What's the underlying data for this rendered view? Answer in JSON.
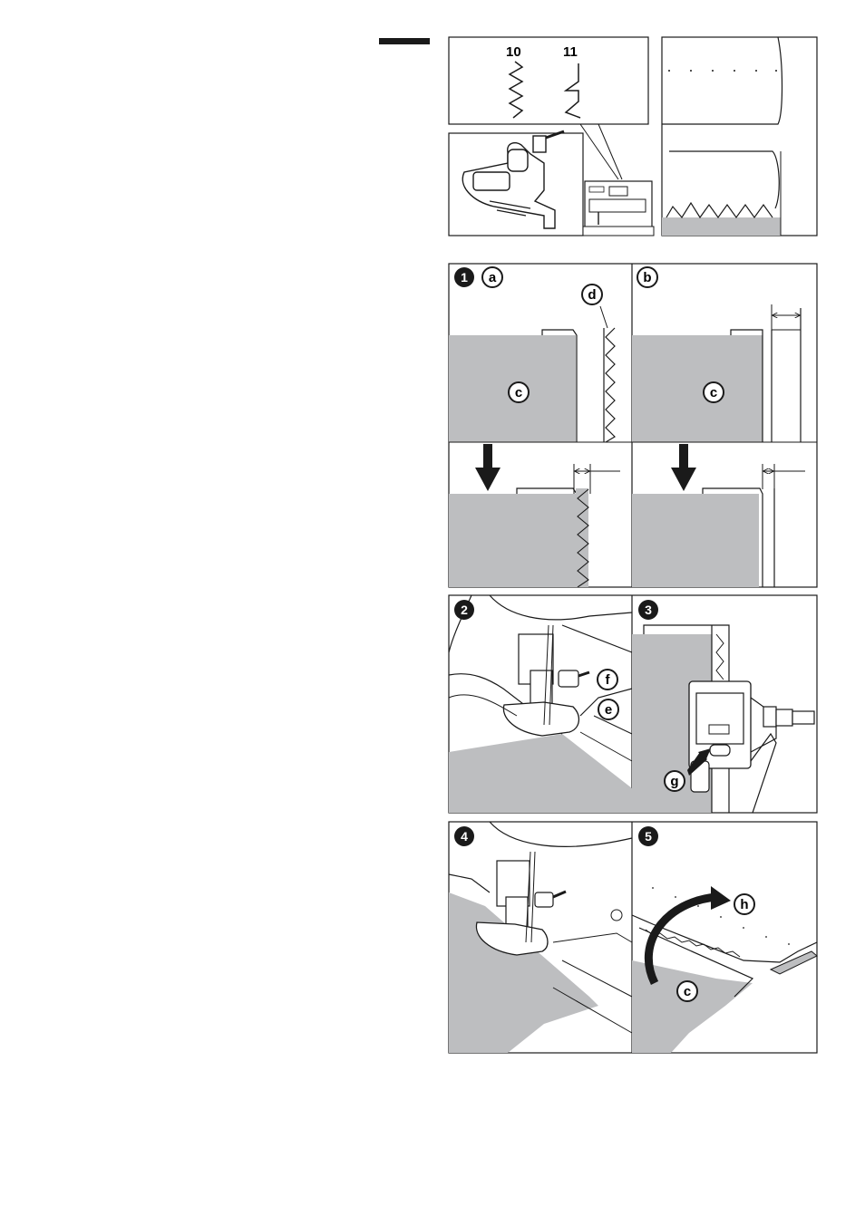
{
  "stitch_labels": {
    "s10": "10",
    "s11": "11"
  },
  "step_numbers": {
    "n1": "1",
    "n2": "2",
    "n3": "3",
    "n4": "4",
    "n5": "5"
  },
  "callouts": {
    "a": "a",
    "b": "b",
    "c": "c",
    "d": "d",
    "e": "e",
    "f": "f",
    "g": "g",
    "h": "h"
  },
  "colors": {
    "fabric": "#bdbec0",
    "line": "#1a1a1a",
    "bg": "#ffffff"
  }
}
